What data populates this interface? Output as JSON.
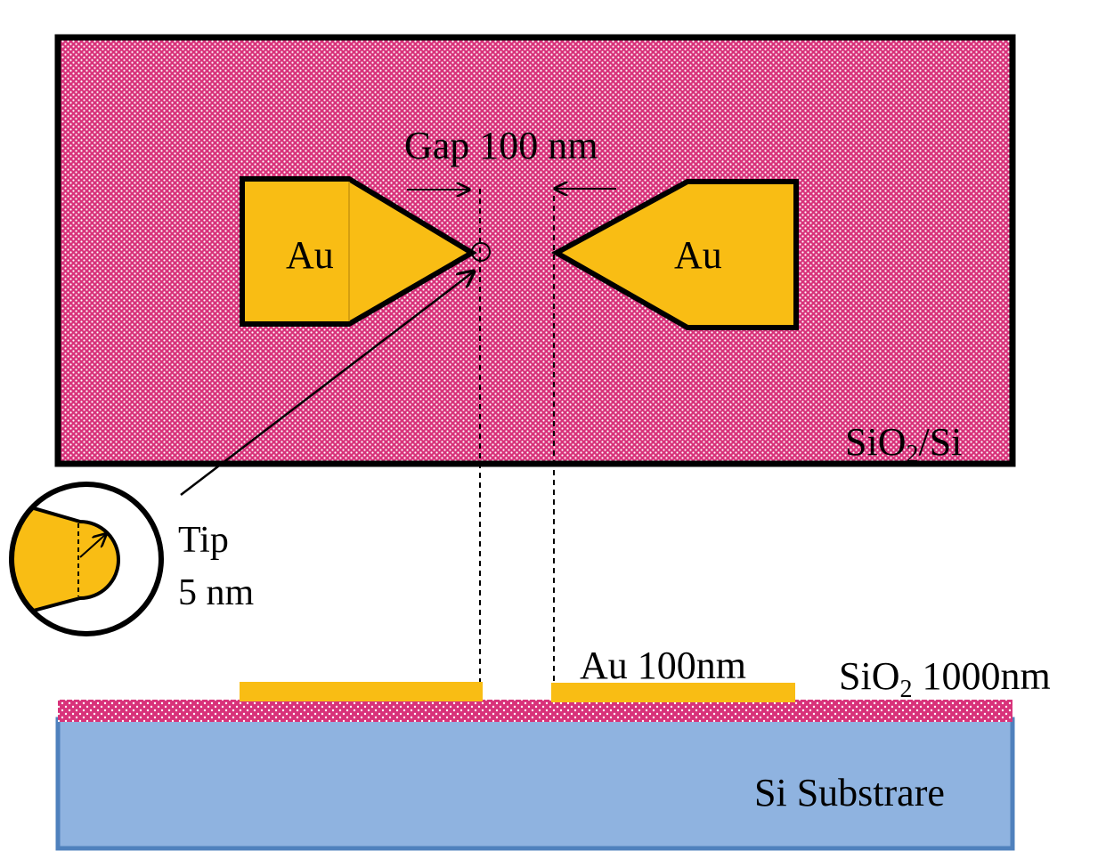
{
  "labels": {
    "gap": "Gap 100 nm",
    "au_left": "Au",
    "au_right": "Au",
    "sio2_si_main": "SiO",
    "sio2_si_sub": "2",
    "sio2_si_rest": "/Si",
    "tip_line1": "Tip",
    "tip_line2": "5 nm",
    "au_thickness": "Au 100nm",
    "sio2_thick_main": "SiO",
    "sio2_thick_sub": "2",
    "sio2_thick_rest": " 1000nm",
    "substrate": "Si Substrare"
  },
  "colors": {
    "gold": "#F9BD14",
    "oxide_pink": "#D8327A",
    "oxide_dot": "#FFFFFF",
    "substrate_blue": "#8FB3E0",
    "substrate_border": "#4F81BD",
    "outline": "#000000"
  }
}
